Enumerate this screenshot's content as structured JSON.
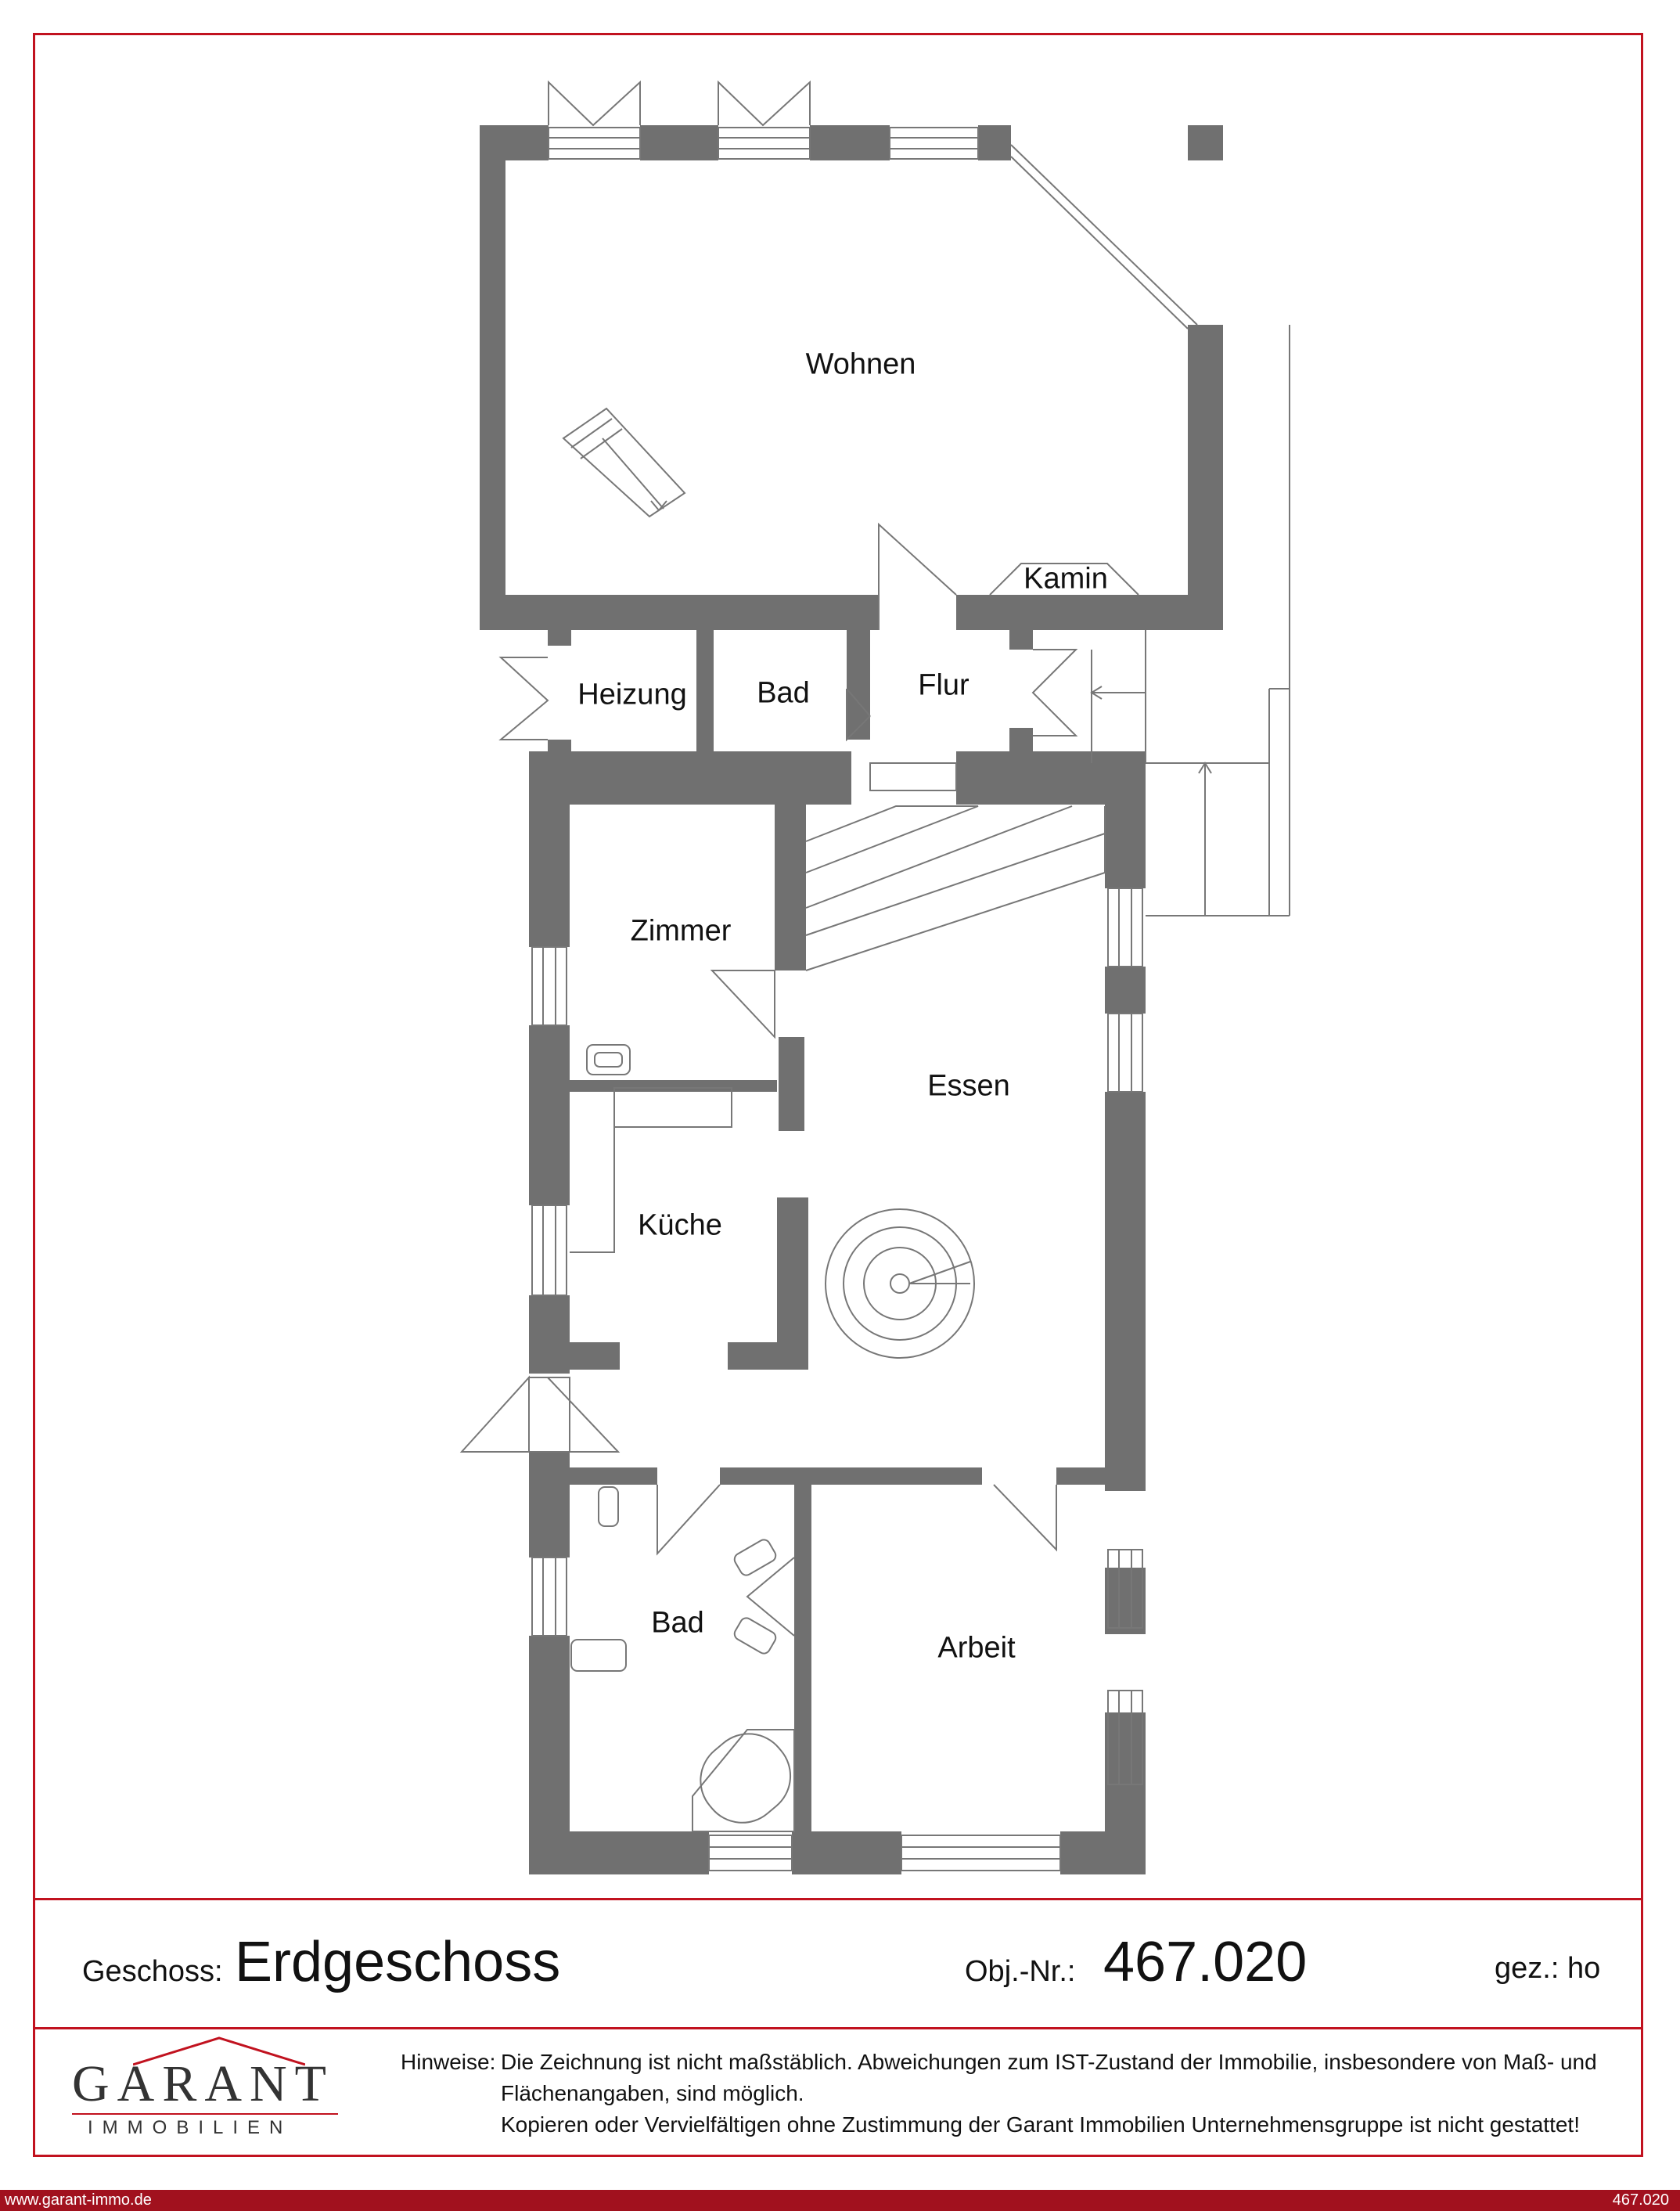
{
  "rooms": {
    "wohnen": "Wohnen",
    "kamin": "Kamin",
    "heizung": "Heizung",
    "bad_small": "Bad",
    "flur": "Flur",
    "zimmer": "Zimmer",
    "essen": "Essen",
    "kueche": "Küche",
    "bad": "Bad",
    "arbeit": "Arbeit"
  },
  "info": {
    "geschoss_label": "Geschoss:",
    "geschoss_value": "Erdgeschoss",
    "objnr_label": "Obj.-Nr.:",
    "objnr_value": "467.020",
    "gez_label": "gez.: ho"
  },
  "notes": {
    "lead": "Hinweise:",
    "line1": "Die Zeichnung ist nicht maßstäblich. Abweichungen zum IST-Zustand der Immobilie, insbesondere von Maß- und",
    "line2": "Flächenangaben, sind möglich.",
    "line3": "Kopieren oder Vervielfältigen ohne Zustimmung der Garant Immobilien Unternehmensgruppe ist nicht gestattet!"
  },
  "logo": {
    "word": "GARANT",
    "sub": "IMMOBILIEN"
  },
  "footer": {
    "url": "www.garant-immo.de",
    "objnr": "467.020"
  },
  "colors": {
    "frame": "#c1121f",
    "wall": "#707070",
    "line": "#777777",
    "footer_bar": "#a1111e"
  }
}
